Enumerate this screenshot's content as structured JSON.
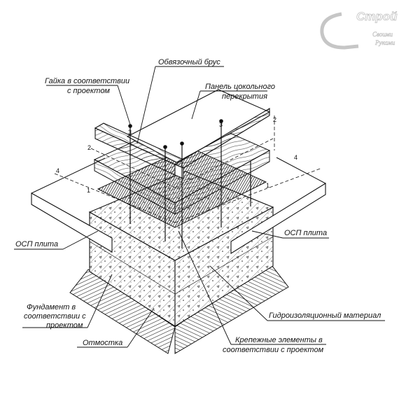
{
  "logo": {
    "line1": "Строй",
    "line2": "Своими",
    "line3": "Руками"
  },
  "labels": {
    "strapping_beam": "Обвязочный брус",
    "nut_line1": "Гайка в соответствии",
    "nut_line2": "с проектом",
    "panel_line1": "Панель цокольного",
    "panel_line2": "перекрытия",
    "osb_left": "ОСП плита",
    "osb_right": "ОСП плита",
    "foundation_line1": "Фундамент в",
    "foundation_line2": "соответствии с",
    "foundation_line3": "проектом",
    "waterproofing": "Гидроизоляционный материал",
    "blind_area": "Отмостка",
    "fasteners_line1": "Крепежные элементы в",
    "fasteners_line2": "соответствии с проектом"
  },
  "section_marks": {
    "n1": "1",
    "n2": "2",
    "n3": "3",
    "n4": "4"
  },
  "colors": {
    "ink": "#111111",
    "paper": "#ffffff",
    "logo_outline": "#bdbdbd"
  }
}
